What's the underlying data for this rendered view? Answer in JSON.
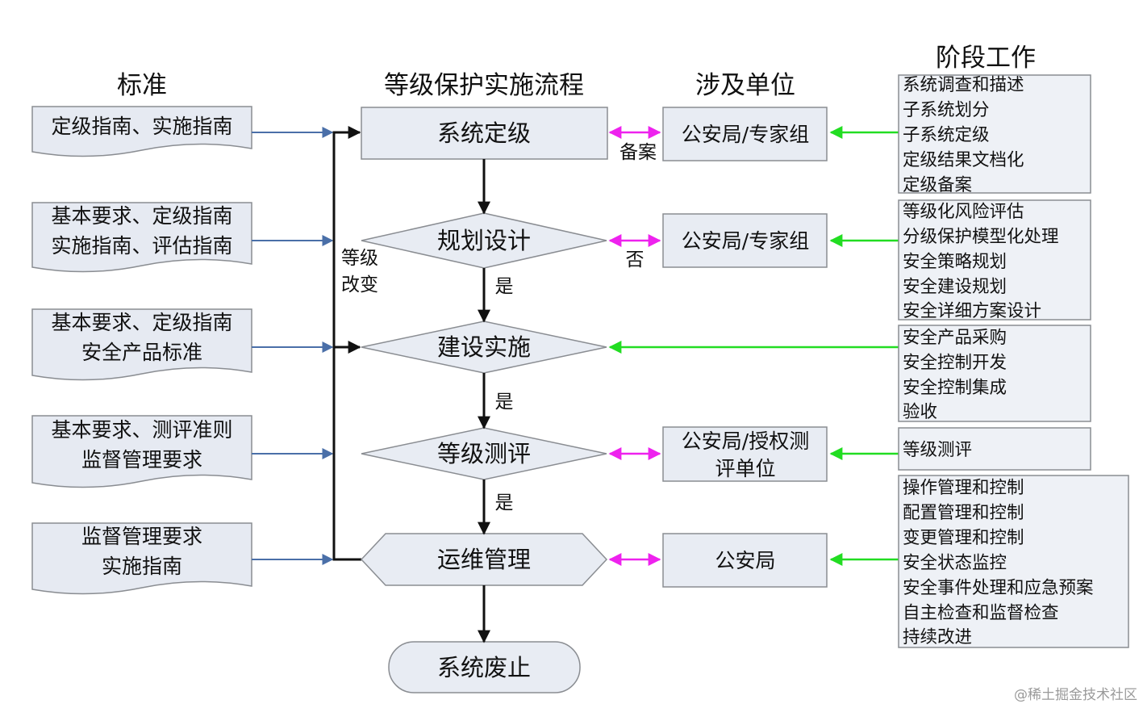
{
  "headers": {
    "standards": "标准",
    "process": "等级保护实施流程",
    "units": "涉及单位",
    "work": "阶段工作"
  },
  "standards": [
    [
      "定级指南、实施指南"
    ],
    [
      "基本要求、定级指南",
      "实施指南、评估指南"
    ],
    [
      "基本要求、定级指南",
      "安全产品标准"
    ],
    [
      "基本要求、测评准则",
      "监督管理要求"
    ],
    [
      "监督管理要求",
      "实施指南"
    ]
  ],
  "process": {
    "s1": "系统定级",
    "s2": "规划设计",
    "s3": "建设实施",
    "s4": "等级测评",
    "s5": "运维管理",
    "s6": "系统废止"
  },
  "units": [
    [
      "公安局/专家组"
    ],
    [
      "公安局/专家组"
    ],
    [
      "公安局/授权测",
      "评单位"
    ],
    [
      "公安局"
    ]
  ],
  "work": [
    [
      "系统调查和描述",
      "子系统划分",
      "子系统定级",
      "定级结果文档化",
      "定级备案"
    ],
    [
      "等级化风险评估",
      "分级保护模型化处理",
      "安全策略规划",
      "安全建设规划",
      "安全详细方案设计"
    ],
    [
      "安全产品采购",
      "安全控制开发",
      "安全控制集成",
      "验收"
    ],
    [
      "等级测评"
    ],
    [
      "操作管理和控制",
      "配置管理和控制",
      "变更管理和控制",
      "安全状态监控",
      "安全事件处理和应急预案",
      "自主检查和监督检查",
      "持续改进"
    ]
  ],
  "labels": {
    "filing": "备案",
    "no": "否",
    "yes1": "是",
    "yes2": "是",
    "yes3": "是",
    "level_change_1": "等级",
    "level_change_2": "改变"
  },
  "watermark": "@稀土掘金技术社区",
  "colors": {
    "blue_arrow": "#4a6fa8",
    "green_arrow": "#22dd22",
    "magenta_arrow": "#ee22ee",
    "black_arrow": "#111111",
    "shape_fill": "#e8ecf3",
    "shape_stroke": "#8a8d92"
  }
}
